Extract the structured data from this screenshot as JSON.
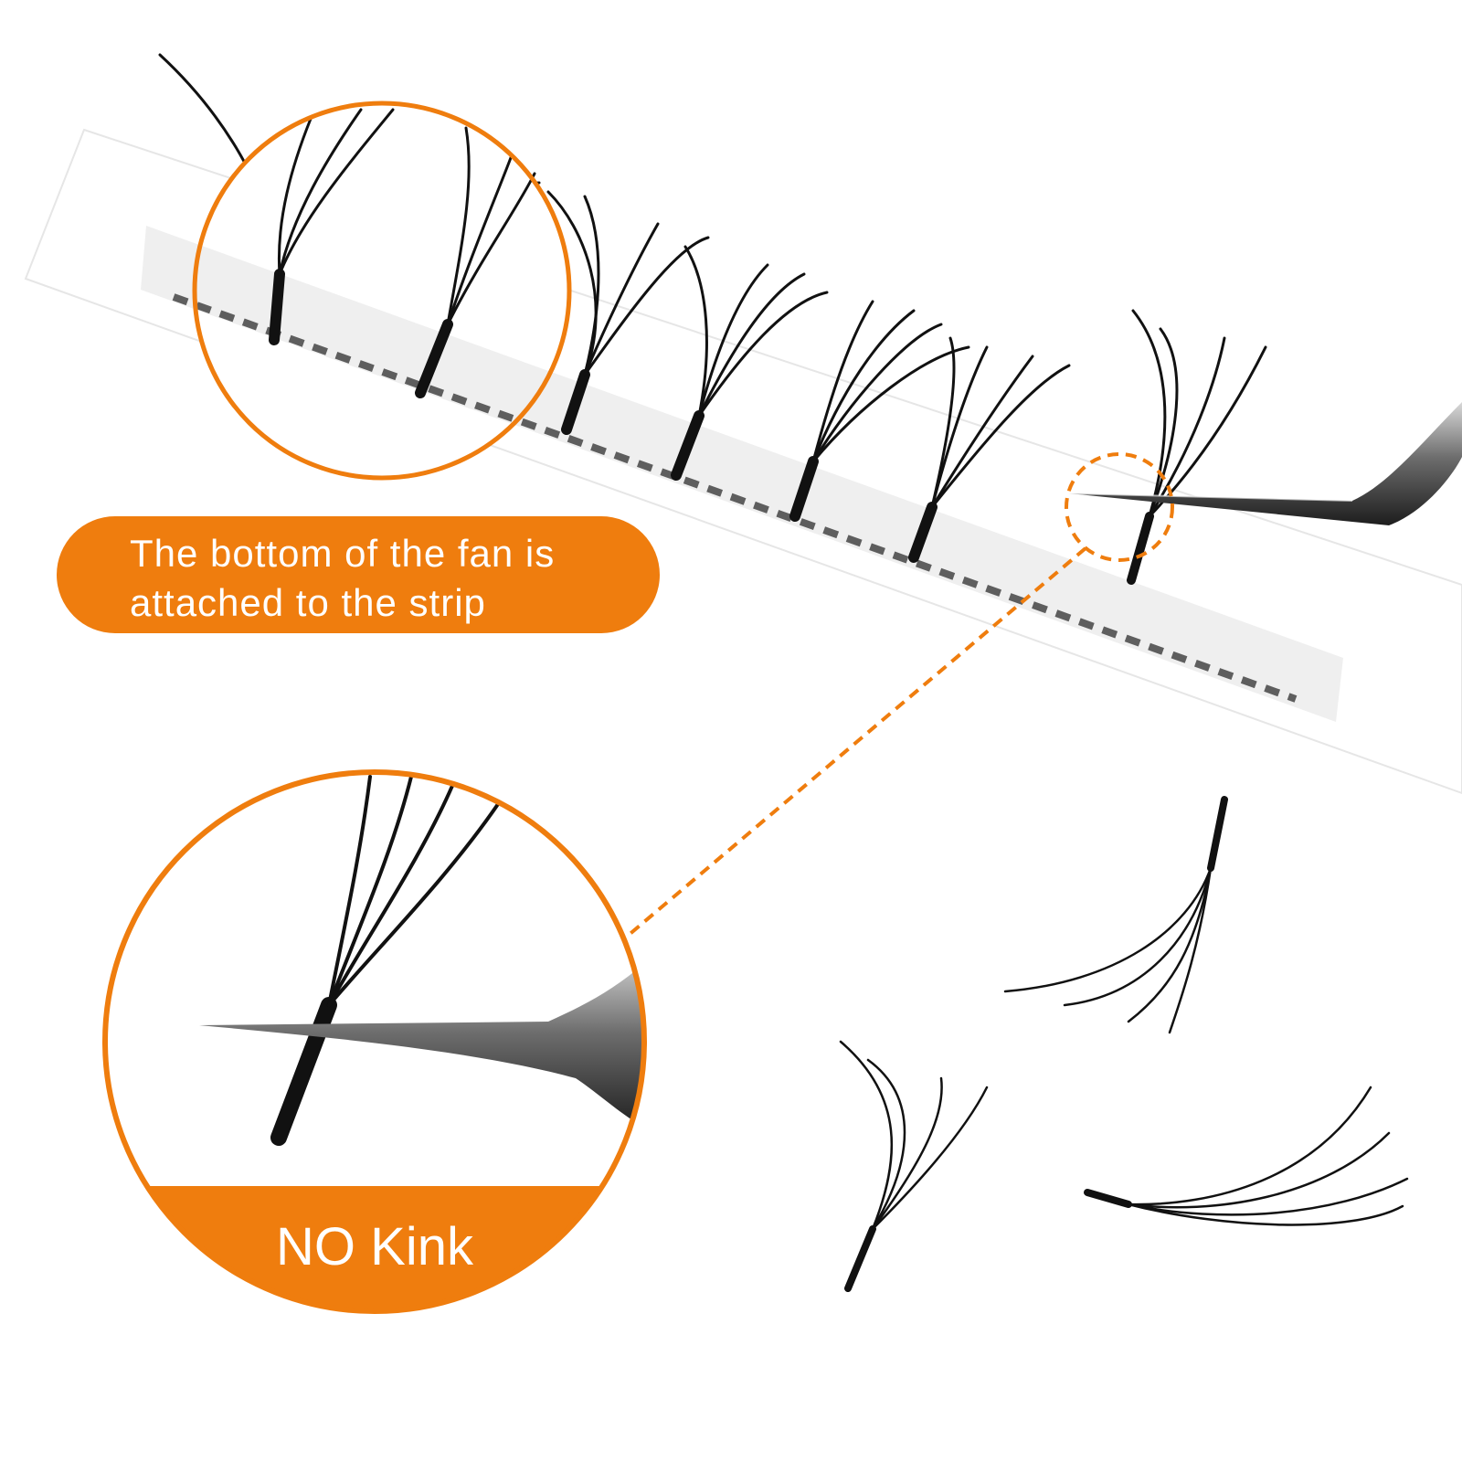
{
  "callout": {
    "line1": "The bottom of the fan is",
    "line2": "attached to the strip"
  },
  "badge": {
    "label": "NO Kink"
  },
  "colors": {
    "accent": "#ef7d0e",
    "lash": "#111111",
    "strip": "#f3f3f3"
  }
}
